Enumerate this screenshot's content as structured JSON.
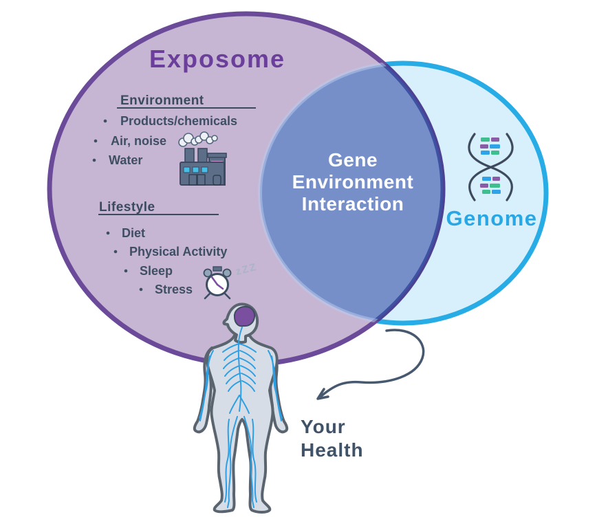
{
  "exposome": {
    "title": "Exposome",
    "sections": [
      {
        "heading": "Environment",
        "items": [
          "Products/chemicals",
          "Air, noise",
          "Water"
        ]
      },
      {
        "heading": "Lifestyle",
        "items": [
          "Diet",
          "Physical Activity",
          "Sleep",
          "Stress"
        ]
      }
    ]
  },
  "overlap": {
    "lines": [
      "Gene",
      "Environment",
      "Interaction"
    ]
  },
  "genome": {
    "title": "Genome"
  },
  "annotations": {
    "sleep_zzz": "zZZ",
    "your_health_line1": "Your",
    "your_health_line2": "Health"
  },
  "icons": {
    "factory": "factory-icon",
    "alarm_clock": "alarm-clock-icon",
    "dna": "dna-helix-icon",
    "human_body": "human-nervous-system-icon",
    "arrow": "curved-arrow-icon"
  },
  "colors": {
    "exposome_fill": "#C6B5D3",
    "exposome_border": "#6B4B99",
    "exposome_title": "#6B3E9B",
    "genome_fill": "#D8F0FB",
    "genome_border": "#27ACE6",
    "genome_title": "#29A7E4",
    "overlap_fill": "#768FC9",
    "overlap_text": "#FFFFFF",
    "list_text": "#3E4E63",
    "your_health_text": "#3F5268",
    "arrow": "#47596F",
    "zzz_text": "#A9B5C5",
    "nerve_blue": "#2D9FE4",
    "brain_purple": "#7B4FA0",
    "body_fill": "#D7DDE6",
    "dna_green": "#3FBF8F",
    "dna_purple": "#8A5CA8",
    "dna_blue": "#2FA3E8"
  }
}
